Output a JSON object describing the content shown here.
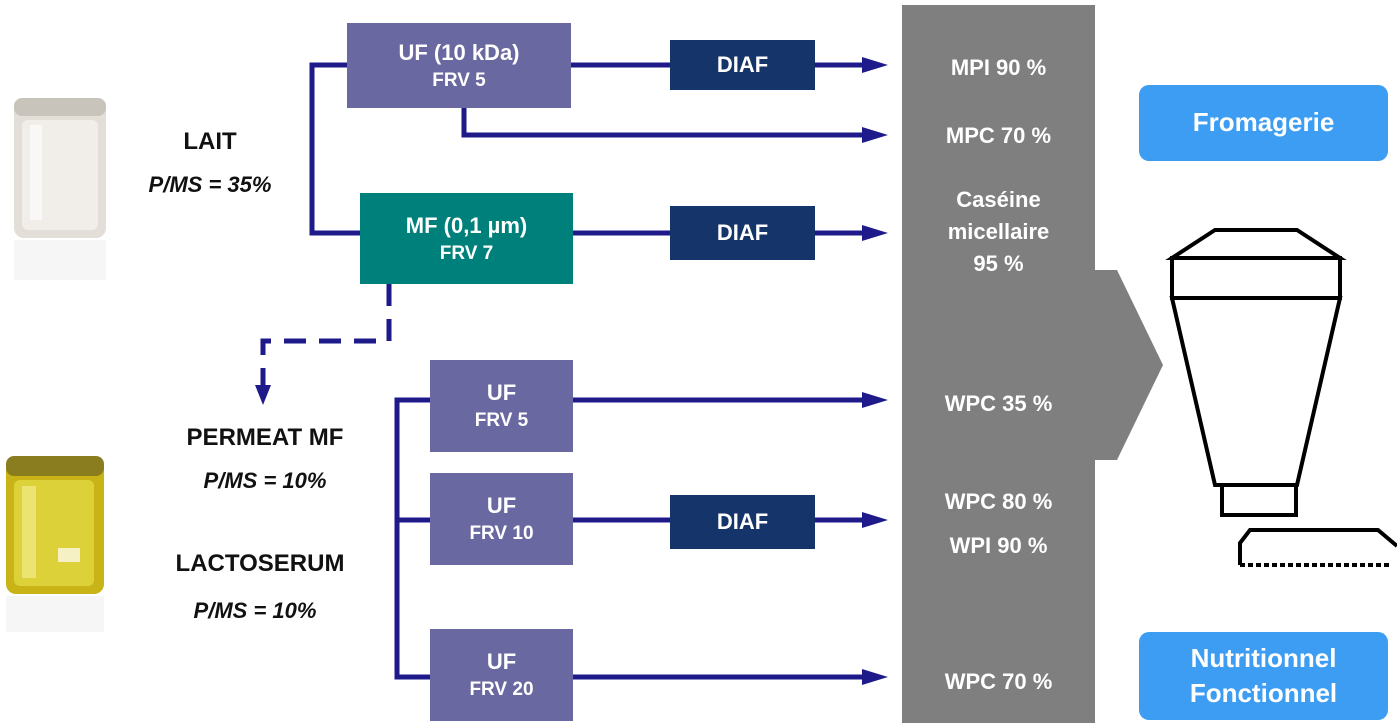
{
  "inputs": {
    "lait": {
      "name": "LAIT",
      "ratio": "P/MS = 35%"
    },
    "permeat": {
      "name": "PERMEAT MF",
      "ratio": "P/MS = 10%"
    },
    "lactoserum": {
      "name": "LACTOSERUM",
      "ratio": "P/MS = 10%"
    }
  },
  "process_boxes": {
    "uf_10kda": {
      "line1": "UF (10 kDa)",
      "line2": "FRV 5"
    },
    "mf": {
      "line1": "MF (0,1 µm)",
      "line2": "FRV 7"
    },
    "uf_frv5": {
      "line1": "UF",
      "line2": "FRV 5"
    },
    "uf_frv10": {
      "line1": "UF",
      "line2": "FRV 10"
    },
    "uf_frv20": {
      "line1": "UF",
      "line2": "FRV 20"
    },
    "diaf_label": "DIAF"
  },
  "products": {
    "mpi": "MPI 90 %",
    "mpc": "MPC 70 %",
    "caseine_1": "Caséine",
    "caseine_2": "micellaire",
    "caseine_3": "95 %",
    "wpc35": "WPC 35 %",
    "wpc80": "WPC 80 %",
    "wpi90": "WPI 90 %",
    "wpc70": "WPC 70 %"
  },
  "applications": {
    "fromagerie": "Fromagerie",
    "nutritionnel": "Nutritionnel",
    "fonctionnel": "Fonctionnel"
  },
  "colors": {
    "uf_box": "#6a68a0",
    "mf_box": "#00807a",
    "diaf_box": "#14346a",
    "flow_line": "#1e1a8a",
    "product_column": "#7f7f7f",
    "callout": "#3d9df2",
    "milk_jar": "#e6e2dc",
    "whey_jar": "#c9b417"
  },
  "icons": {
    "milk": "milk-jar-image",
    "whey": "whey-jar-image",
    "dryer": "spray-dryer-icon"
  }
}
